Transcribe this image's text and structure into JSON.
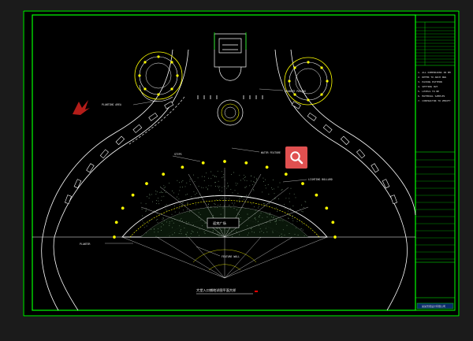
{
  "drawing": {
    "plan_title": "大堂入口铺地详图平面大样",
    "plaza_label": "迎宾广场",
    "annotations": [
      "PLANTING AREA",
      "GRANITE PAVING",
      "WATER FEATURE",
      "STEPS",
      "LIGHTING BOLLARD",
      "FEATURE WALL",
      "PLANTER"
    ]
  },
  "title_block": {
    "notes": [
      "1. ALL DIMENSIONS IN MM",
      "2. REFER TO ARCH DWG",
      "3. PAVING PATTERN",
      "4. SETTING OUT",
      "5. LEVELS TO BE",
      "6. MATERIAL SAMPLES",
      "7. CONTRACTOR TO VERIFY"
    ],
    "rows": [
      "",
      "",
      "",
      "",
      "",
      "",
      "",
      "",
      "",
      "",
      "",
      "",
      ""
    ],
    "company": "某某景观设计有限公司"
  },
  "icons": {
    "zoom": "magnifier-icon",
    "watermark": "logo-icon"
  },
  "colors": {
    "border": "#00ff00",
    "line_white": "#ffffff",
    "line_yellow": "#ffff00",
    "line_green": "#00ff00",
    "accent": "#e05050"
  }
}
